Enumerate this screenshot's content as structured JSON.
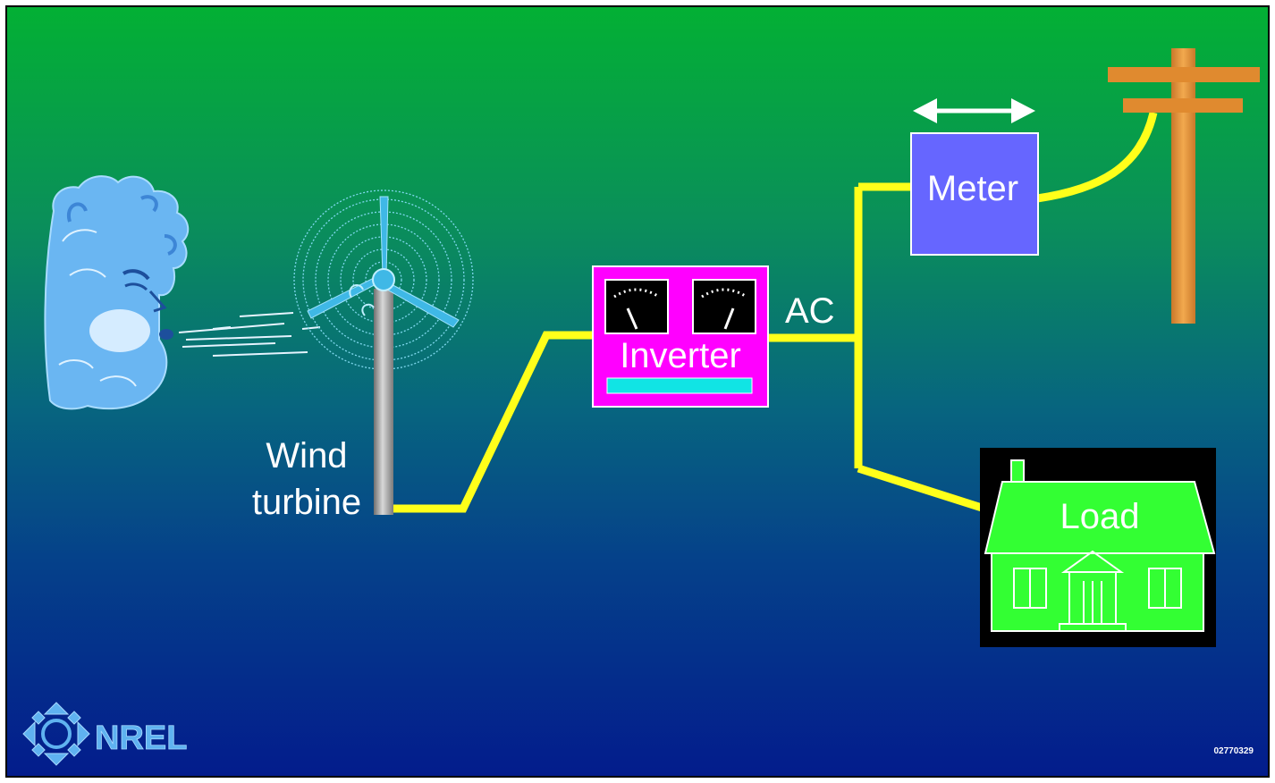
{
  "labels": {
    "wind_turbine_line1": "Wind",
    "wind_turbine_line2": "turbine",
    "inverter": "Inverter",
    "ac": "AC",
    "meter": "Meter",
    "load": "Load"
  },
  "logo": {
    "text": "NREL"
  },
  "code": "02770329",
  "colors": {
    "wire": "#ffff1a",
    "inverter": "#ff00ff",
    "meter": "#6666ff",
    "house": "#33ff33",
    "pole": "#e7963a",
    "tower": "#9a9a9a",
    "cloud": "#6ab6f2"
  },
  "icons": [
    "wind-face-icon",
    "wind-turbine-icon",
    "utility-pole-icon",
    "house-icon",
    "bidirectional-arrow-icon",
    "nrel-logo-icon",
    "gauge-icon"
  ]
}
